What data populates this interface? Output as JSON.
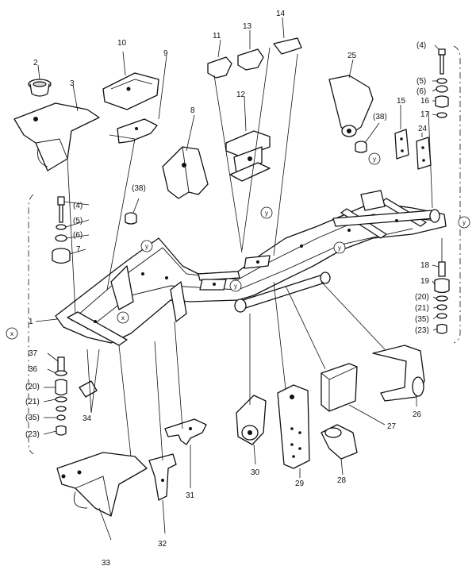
{
  "callouts": [
    {
      "id": "c1",
      "text": "1"
    },
    {
      "id": "c2",
      "text": "2"
    },
    {
      "id": "c3",
      "text": "3"
    },
    {
      "id": "c4a",
      "text": "(4)"
    },
    {
      "id": "c5a",
      "text": "(5)"
    },
    {
      "id": "c6a",
      "text": "(6)"
    },
    {
      "id": "c7",
      "text": "7"
    },
    {
      "id": "c8",
      "text": "8"
    },
    {
      "id": "c9",
      "text": "9"
    },
    {
      "id": "c10",
      "text": "10"
    },
    {
      "id": "c11",
      "text": "11"
    },
    {
      "id": "c12",
      "text": "12"
    },
    {
      "id": "c13",
      "text": "13"
    },
    {
      "id": "c14",
      "text": "14"
    },
    {
      "id": "c15",
      "text": "15"
    },
    {
      "id": "c16",
      "text": "16"
    },
    {
      "id": "c17",
      "text": "17"
    },
    {
      "id": "c18",
      "text": "18"
    },
    {
      "id": "c19",
      "text": "19"
    },
    {
      "id": "c20a",
      "text": "(20)"
    },
    {
      "id": "c21a",
      "text": "(21)"
    },
    {
      "id": "c35a",
      "text": "(35)"
    },
    {
      "id": "c23a",
      "text": "(23)"
    },
    {
      "id": "c24",
      "text": "24"
    },
    {
      "id": "c25",
      "text": "25"
    },
    {
      "id": "c26",
      "text": "26"
    },
    {
      "id": "c27",
      "text": "27"
    },
    {
      "id": "c28",
      "text": "28"
    },
    {
      "id": "c29",
      "text": "29"
    },
    {
      "id": "c30",
      "text": "30"
    },
    {
      "id": "c31",
      "text": "31"
    },
    {
      "id": "c32",
      "text": "32"
    },
    {
      "id": "c33",
      "text": "33"
    },
    {
      "id": "c34",
      "text": "34"
    },
    {
      "id": "c37",
      "text": "37"
    },
    {
      "id": "c36",
      "text": "36"
    },
    {
      "id": "c20b",
      "text": "(20)"
    },
    {
      "id": "c21b",
      "text": "(21)"
    },
    {
      "id": "c35b",
      "text": "(35)"
    },
    {
      "id": "c23b",
      "text": "(23)"
    },
    {
      "id": "c38a",
      "text": "(38)"
    },
    {
      "id": "c38b",
      "text": "(38)"
    },
    {
      "id": "c4b",
      "text": "(4)"
    },
    {
      "id": "c5b",
      "text": "(5)"
    },
    {
      "id": "c6b",
      "text": "(6)"
    }
  ],
  "markers": {
    "x": "x",
    "y": "y"
  }
}
